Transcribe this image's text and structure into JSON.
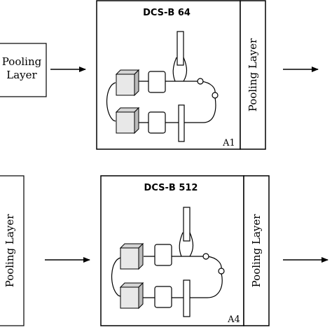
{
  "top_row": {
    "input_label_line1": "Pooling",
    "input_label_line2": "Layer",
    "block_title": "DCS-B  64",
    "block_tag": "A1",
    "output_label": "Pooling Layer"
  },
  "bottom_row": {
    "input_label": "Pooling Layer",
    "block_title": "DCS-B  512",
    "block_tag": "A4",
    "output_label": "Pooling Layer"
  }
}
